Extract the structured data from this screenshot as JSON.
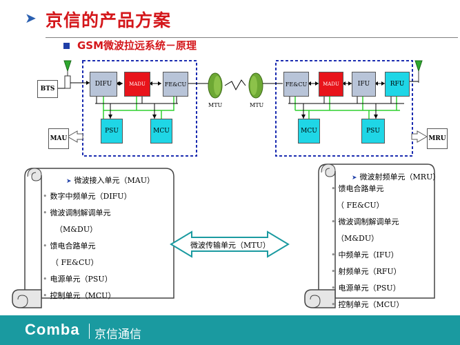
{
  "title": "京信的产品方案",
  "subtitle": "GSM微波拉远系统－原理",
  "left_units": {
    "bts": "BTS",
    "mau": "MAU",
    "difu": "DIFU",
    "madu": "MADU",
    "fecu": "FE&CU",
    "psu": "PSU",
    "mcu": "MCU"
  },
  "right_units": {
    "fecu": "FE&CU",
    "madu": "MADU",
    "ifu": "IFU",
    "rfu": "RFU",
    "mcu": "MCU",
    "psu": "PSU",
    "mru": "MRU"
  },
  "mtu_left": "MTU",
  "mtu_right": "MTU",
  "left_panel": {
    "header": "微波接入单元（MAU）",
    "items": [
      "数字中频单元（DIFU）",
      "微波调制解调单元",
      "（M&DU）",
      "馈电合路单元",
      "（ FE&CU）",
      "电源单元（PSU）",
      "控制单元（MCU）"
    ]
  },
  "right_panel": {
    "header": "微波射频单元（MRU）",
    "items": [
      "馈电合路单元",
      "（ FE&CU）",
      "微波调制解调单元",
      "（M&DU）",
      "中频单元（IFU）",
      "射频单元（RFU）",
      "电源单元（PSU）",
      "控制单元（MCU）"
    ]
  },
  "center_label": "微波传输单元（MTU）",
  "footer": {
    "brand": "Comba",
    "brand_cn": "京信通信"
  },
  "colors": {
    "title_red": "#d4171b",
    "madu_red": "#e8141b",
    "grey_box": "#b8c4d8",
    "cyan_box": "#1fd6e6",
    "dashed_blue": "#1a2bb0",
    "footer_teal": "#1a9aa0",
    "connector_green": "#2fd12f"
  }
}
